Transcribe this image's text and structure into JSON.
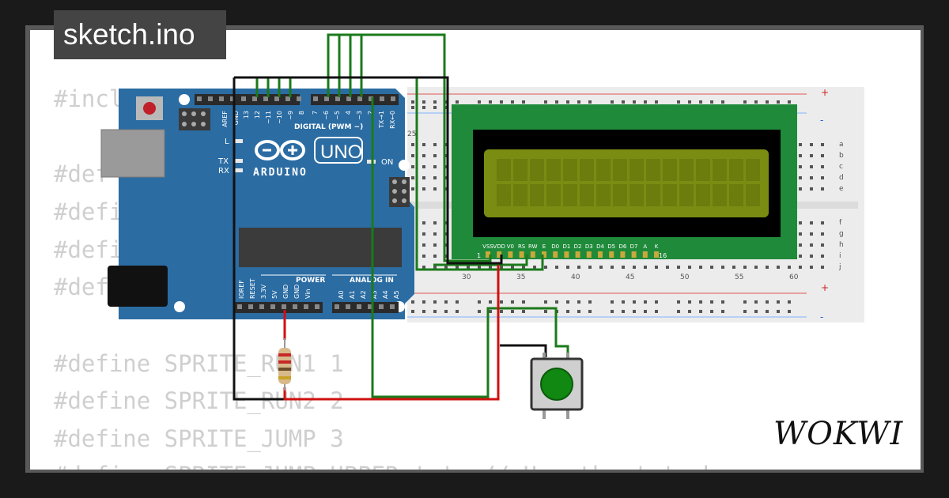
{
  "header": {
    "file_name": "sketch.ino"
  },
  "brand": {
    "name": "WOKWI"
  },
  "code": {
    "lines": [
      "#incl",
      "#def",
      "#defi",
      "#defi",
      "#def",
      "#define SPRITE_RUN1 1",
      "#define SPRITE_RUN2 2",
      "#define SPRITE_JUMP 3",
      "#define SPRITE_JUMP_UPPER '.'  // Use the '.' ch"
    ]
  },
  "arduino": {
    "model": "UNO",
    "brand": "ARDUINO",
    "digital_header": "DIGITAL (PWM ~)",
    "pins_top": [
      "AREF",
      "GND",
      "13",
      "12",
      "~11",
      "~10",
      "~9",
      "8",
      "7",
      "~6",
      "~5",
      "4",
      "~3",
      "2",
      "TX→1",
      "RX←0"
    ],
    "led_labels": [
      "L",
      "TX",
      "RX"
    ],
    "on_label": "ON",
    "power_header": "POWER",
    "analog_header": "ANALOG IN",
    "pins_power": [
      "IOREF",
      "RESET",
      "3.3V",
      "5V",
      "GND",
      "GND",
      "Vin"
    ],
    "pins_analog": [
      "A0",
      "A1",
      "A2",
      "A3",
      "A4",
      "A5"
    ]
  },
  "breadboard": {
    "col_labels": [
      "25",
      "30",
      "35",
      "40",
      "45",
      "50",
      "55",
      "60"
    ],
    "row_labels_top": [
      "a",
      "b",
      "c",
      "d",
      "e"
    ],
    "row_labels_bottom": [
      "f",
      "g",
      "h",
      "i",
      "j"
    ],
    "plus_label": "+",
    "minus_label": "-"
  },
  "lcd": {
    "pin_labels": [
      "VSS",
      "VDD",
      "V0",
      "RS",
      "RW",
      "E",
      "D0",
      "D1",
      "D2",
      "D3",
      "D4",
      "D5",
      "D6",
      "D7",
      "A",
      "K"
    ],
    "pin_first": "1",
    "pin_last": "16",
    "screen_color": "#7a8c12",
    "bezel_color": "#1f8a3a"
  },
  "colors": {
    "board": "#2b6ca3",
    "wire_green": "#1b7a1b",
    "wire_black": "#111111",
    "wire_red": "#d01010",
    "button_cap": "#118811"
  }
}
